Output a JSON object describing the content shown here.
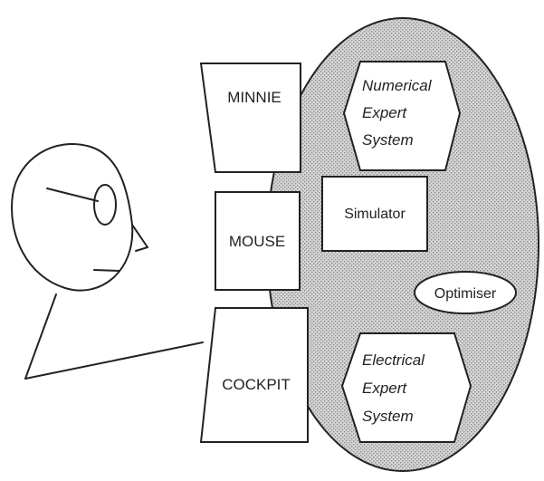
{
  "components": {
    "minnie": "MINNIE",
    "mouse": "MOUSE",
    "cockpit": "COCKPIT",
    "simulator": "Simulator",
    "optimiser": "Optimiser",
    "numerical_expert": [
      "Numerical",
      "Expert",
      "System"
    ],
    "electrical_expert": [
      "Electrical",
      "Expert",
      "System"
    ]
  },
  "colors": {
    "ink": "#222222",
    "stipple_dot": "#8c8c8c",
    "stipple_bg": "#d6d6d6",
    "box_fill": "#ffffff"
  }
}
